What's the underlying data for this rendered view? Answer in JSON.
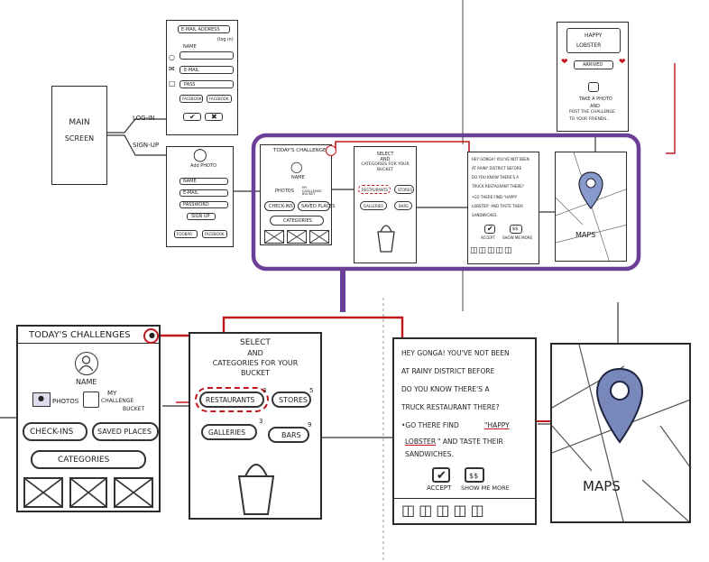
{
  "top": {
    "main_screen": {
      "line1": "MAIN",
      "line2": "SCREEN"
    },
    "connectors": {
      "login": "LOG-IN",
      "signup": "SIGN-UP"
    },
    "login": {
      "header": "E-MAIL ADDRESS",
      "header_suffix": "(log in)",
      "name": "NAME",
      "email": "E-MAIL",
      "pass": "PASS",
      "social_left": "FACEBOOK",
      "social_right": "FACEBOOK"
    },
    "signup": {
      "add_photo": "Add PHOTO",
      "name": "NAME",
      "email": "E-MAIL",
      "password": "PASSWORD",
      "sign_up": "SIGN UP",
      "social_left": "FOOBAR",
      "social_right": "FACEBOOK"
    },
    "challenges": {
      "title": "TODAY'S CHALLENGES",
      "name": "NAME",
      "photos": "PHOTOS",
      "my_bucket": "MY CHALLENGE BUCKET",
      "checkins": "CHECK-INS",
      "saved": "SAVED PLACES",
      "categories": "CATEGORIES"
    },
    "select": {
      "lines": [
        "SELECT",
        "AND",
        "CATEGORIES FOR YOUR",
        "BUCKET"
      ],
      "restaurants": "RESTAURANTS",
      "stores": "STORES",
      "galleries": "GALLERIES",
      "bars": "BARS"
    },
    "message": {
      "lines": [
        "HEY GONGA! YOU'VE NOT BEEN",
        "AT RAINY DISTRICT BEFORE",
        "DO YOU KNOW THERE'S A",
        "TRUCK RESTAURANT THERE?",
        "•GO THERE FIND \"HAPPY",
        "LOBSTER\" AND TASTE THEIR",
        "SANDWICHES."
      ],
      "accept": "ACCEPT",
      "show_me_more": "SHOW ME MORE"
    },
    "maps": "MAPS",
    "lobster": {
      "happy": "HAPPY",
      "lobster": "LOBSTER",
      "arrived": "ARRIVED",
      "take_photo": "TAKE A PHOTO",
      "and": "AND",
      "post": "POST THE CHALLENGE",
      "to_friends": "TO YOUR FRIENDS..."
    }
  },
  "bottom": {
    "challenges": {
      "title": "TODAY'S CHALLENGES",
      "name": "NAME",
      "photos": "PHOTOS",
      "my": "MY",
      "challenge": "CHALLENGE",
      "bucket": "BUCKET",
      "checkins": "CHECK-INS",
      "saved": "SAVED PLACES",
      "categories": "CATEGORIES"
    },
    "select": {
      "select": "SELECT",
      "and": "AND",
      "categories_for": "CATEGORIES FOR YOUR",
      "bucket": "BUCKET",
      "restaurants": "RESTAURANTS",
      "stores": "STORES",
      "galleries": "GALLERIES",
      "bars": "BARS",
      "badge_restaurants": "3",
      "badge_stores": "5",
      "badge_galleries": "3",
      "badge_bars": "9"
    },
    "message": {
      "line1": "HEY GONGA! YOU'VE NOT BEEN",
      "line2": "AT RAINY DISTRICT BEFORE",
      "line3": "DO YOU KNOW THERE'S A",
      "line4": "TRUCK RESTAURANT THERE?",
      "line5a": "•GO THERE FIND ",
      "line5b": "\"HAPPY",
      "line6a": "LOBSTER",
      "line6b": "\" AND TASTE THEIR",
      "line7": "SANDWICHES.",
      "accept": "ACCEPT",
      "show_me_more": "SHOW ME MORE"
    },
    "maps": "MAPS"
  },
  "colors": {
    "red": "#c0171c",
    "purple": "#6b3f98",
    "ink": "#222222",
    "marker": "#5566aa"
  }
}
